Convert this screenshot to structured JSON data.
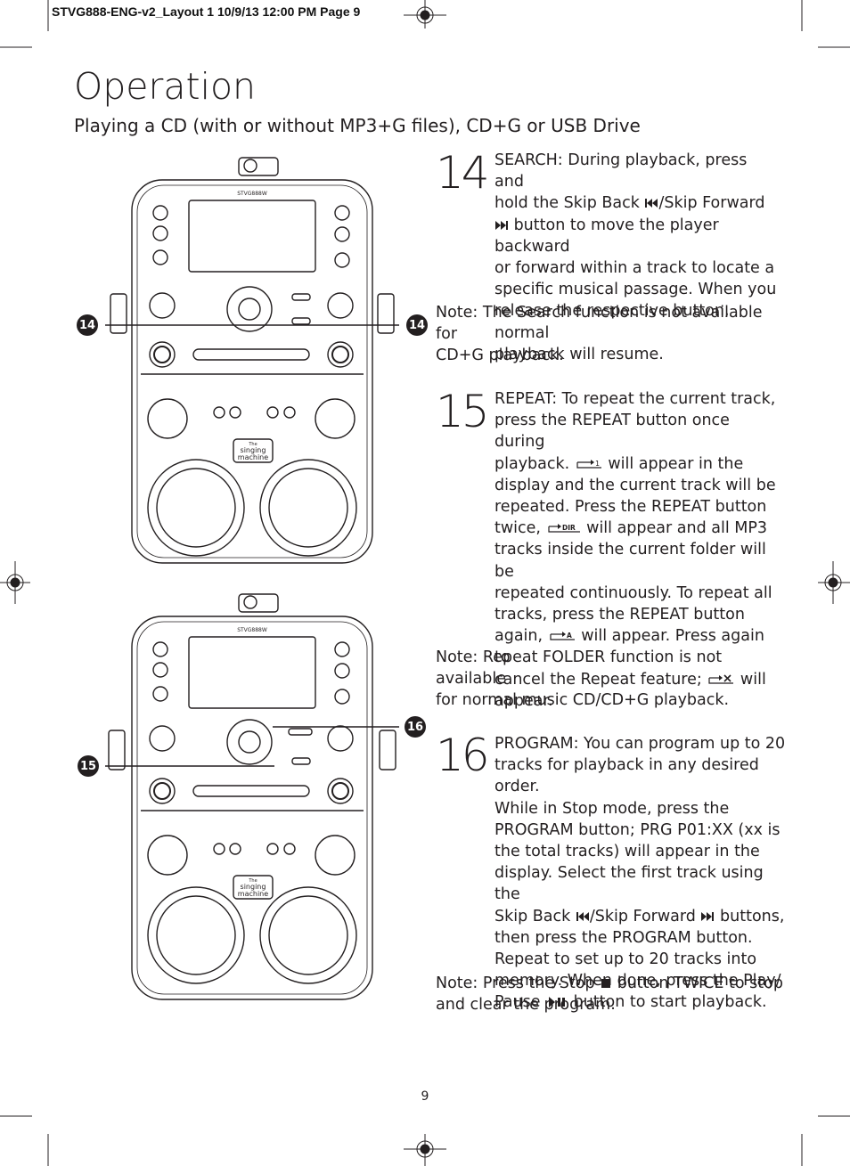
{
  "slug": "STVG888-ENG-v2_Layout 1  10/9/13  12:00 PM  Page 9",
  "title": "Operation",
  "subtitle": "Playing a CD (with or without MP3+G files), CD+G or USB Drive",
  "steps": [
    {
      "number": "14",
      "label": "SEARCH:",
      "lines": [
        " During playback, press and",
        "hold the Skip Back ",
        "/Skip Forward",
        " button to move the player backward",
        "or forward within a track to locate a",
        "specific musical passage. When you",
        "release the respective button, normal",
        "playback will resume."
      ],
      "note_label": "Note:",
      "note": [
        " The Search function is not available for",
        "CD+G playback."
      ]
    },
    {
      "number": "15",
      "label": "REPEAT",
      "lines": [
        ": To repeat the current track,",
        "press the REPEAT button once ",
        "during",
        "playback",
        ". ",
        " will appear in the",
        "display and the current track will be",
        "repeated. Press the REPEAT button",
        "twice, ",
        " will appear and all MP3",
        "tracks inside the current folder will be",
        "repeated continuously. To repeat all",
        "tracks, press the REPEAT button",
        "again, ",
        " will appear. Press again to",
        "cancel the Repeat feature; ",
        " will",
        "appear."
      ],
      "note_label": "Note:",
      "note": [
        " Repeat FOLDER function is not available",
        "for normal music CD/CD+G playback."
      ]
    },
    {
      "number": "16",
      "label": "PROGRAM",
      "lines": [
        ": You can program up to 20",
        "tracks for playback in any desired order.",
        "While in Stop mode, press the",
        "PROGRAM button; ",
        "PRG P01:XX",
        " (xx is",
        "the total tracks) will appear in the",
        "display. Select the first track using the",
        "Skip Back ",
        "/Skip Forward ",
        " buttons,",
        "then press the PROGRAM button.",
        "Repeat to set up to 20 tracks into",
        "memory. When done, press the Play/",
        "Pause ",
        " button to start playback."
      ],
      "note_label": "Note:",
      "note": [
        " Press the Stop ",
        " button TWICE to stop",
        "and clear the program."
      ]
    }
  ],
  "device": {
    "model": "STVG888W",
    "brand": [
      "The",
      "singing",
      "machine"
    ]
  },
  "callouts": [
    "14",
    "14",
    "15",
    "16"
  ],
  "page_number": "9",
  "icons": [
    "skip-back-icon",
    "skip-forward-icon",
    "repeat-one-icon",
    "repeat-dir-icon",
    "repeat-all-icon",
    "repeat-off-icon",
    "play-pause-icon",
    "stop-icon"
  ]
}
